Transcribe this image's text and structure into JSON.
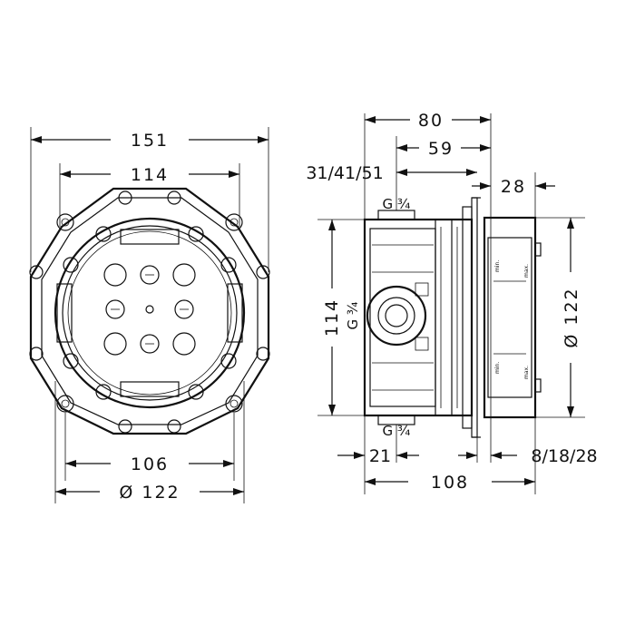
{
  "front_view": {
    "width_outer": "151",
    "width_flange": "114",
    "width_inner": "106",
    "diameter": "Ø 122"
  },
  "side_view": {
    "depth_total": "80",
    "depth_inner": "59",
    "install_depths": "31/41/51",
    "cover_depth": "28",
    "height": "114",
    "diameter": "Ø 122",
    "offset_bottom": "21",
    "overall_depth": "108",
    "extension": "8/18/28",
    "thread_top": "G ¾",
    "thread_mid": "G ¾",
    "thread_bottom": "G ¾",
    "min_label": "min.",
    "max_label": "max."
  }
}
